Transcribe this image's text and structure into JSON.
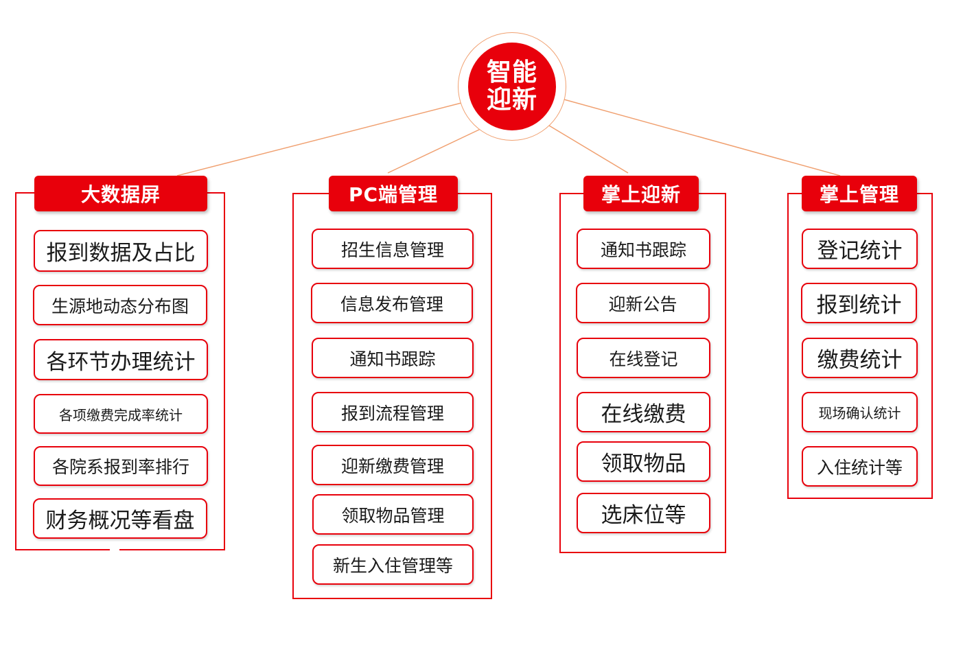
{
  "hub": {
    "line1": "智能",
    "line2": "迎新"
  },
  "colors": {
    "accent": "#e8000b",
    "connector": "#f0a070"
  },
  "groups": [
    {
      "title": "大数据屏",
      "items": [
        "报到数据及占比",
        "生源地动态分布图",
        "各环节办理统计",
        "各项缴费完成率统计",
        "各院系报到率排行",
        "财务概况等看盘"
      ]
    },
    {
      "title": "PC端管理",
      "items": [
        "招生信息管理",
        "信息发布管理",
        "通知书跟踪",
        "报到流程管理",
        "迎新缴费管理",
        "领取物品管理",
        "新生入住管理等"
      ]
    },
    {
      "title": "掌上迎新",
      "items": [
        "通知书跟踪",
        "迎新公告",
        "在线登记",
        "在线缴费",
        "领取物品",
        "选床位等"
      ]
    },
    {
      "title": "掌上管理",
      "items": [
        "登记统计",
        "报到统计",
        "缴费统计",
        "现场确认统计",
        "入住统计等"
      ]
    }
  ]
}
